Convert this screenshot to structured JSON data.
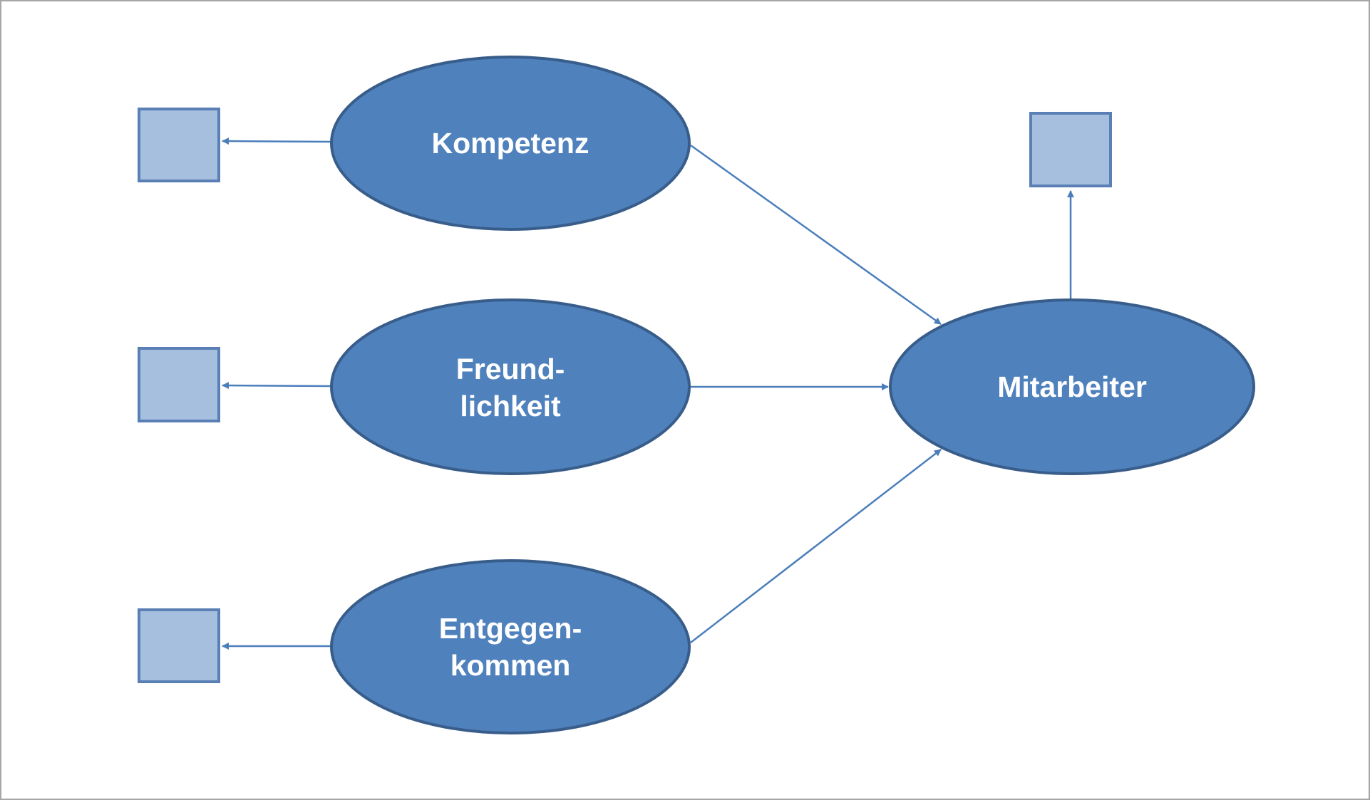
{
  "colors": {
    "ellipse_fill": "#4f81bd",
    "ellipse_stroke": "#385d8a",
    "indicator_fill": "#a7bfde",
    "indicator_stroke": "#5a7fb5",
    "arrow": "#4a7ebb",
    "text": "#ffffff"
  },
  "nodes": {
    "kompetenz": {
      "line1": "Kompetenz"
    },
    "freundlichkeit": {
      "line1": "Freund-",
      "line2": "lichkeit"
    },
    "entgegenkommen": {
      "line1": "Entgegen-",
      "line2": "kommen"
    },
    "mitarbeiter": {
      "line1": "Mitarbeiter"
    }
  }
}
